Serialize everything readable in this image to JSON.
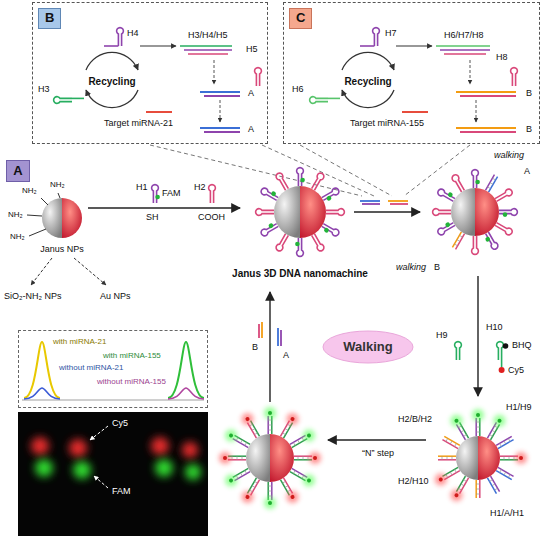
{
  "diagram": {
    "nodes": [
      {
        "text": [
          "B"
        ]
      },
      {
        "text": [
          "C"
        ]
      },
      {
        "text": [
          "A"
        ]
      },
      {
        "text": [
          "Walking"
        ]
      },
      {
        "text": [
          "with miRNA-21",
          "without miRNA-21",
          "with miRNA-155",
          "without miRNA-155"
        ]
      }
    ],
    "labels": [
      "H4",
      "H3/H4/H5",
      "H3",
      "Recycling",
      "Target miRNA-21",
      "H5",
      "A",
      "A",
      "H7",
      "H6/H7/H8",
      "H6",
      "Recycling",
      "Target miRNA-155",
      "H8",
      "B",
      "B",
      "NH₂",
      "NH₂",
      "NH₂",
      "NH₂",
      "Janus NPs",
      "SiO₂-NH₂ NPs",
      "Au NPs",
      "H1",
      "SH",
      "FAM",
      "H2",
      "COOH",
      "Janus 3D DNA nanomachine",
      "walking",
      "A",
      "walking",
      "B",
      "H9",
      "H10",
      "BHQ",
      "Cy5",
      "H1/H9",
      "H2/B/H2",
      "H2/H10",
      "H1/A/H1",
      "“N” step",
      "B",
      "A",
      "Cy5",
      "FAM"
    ]
  }
}
